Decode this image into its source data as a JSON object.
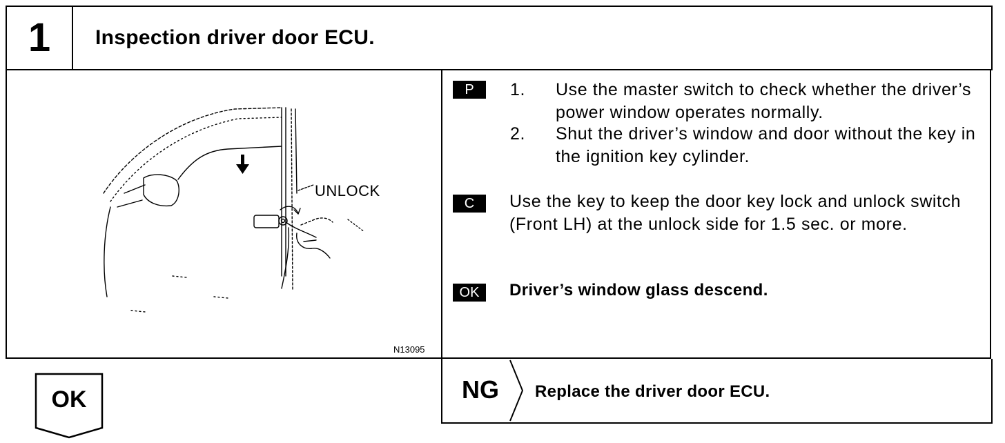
{
  "header": {
    "step_number": "1",
    "title": "Inspection driver door ECU."
  },
  "illustration": {
    "unlock_label": "UNLOCK",
    "figure_id": "N13095"
  },
  "procedure": {
    "p_badge": "P",
    "p_steps": [
      {
        "num": "1.",
        "text": "Use the master switch to check whether the driver’s power window operates normally."
      },
      {
        "num": "2.",
        "text": "Shut the driver’s window and door without the key in the ignition key cylinder."
      }
    ],
    "c_badge": "C",
    "c_text": "Use the key to keep the door key lock and unlock switch (Front LH) at the unlock side for 1.5 sec. or more.",
    "ok_badge": "OK",
    "ok_text": "Driver’s window glass descend."
  },
  "ng": {
    "label": "NG",
    "result": "Replace the driver door ECU."
  },
  "ok_arrow": {
    "label": "OK"
  }
}
